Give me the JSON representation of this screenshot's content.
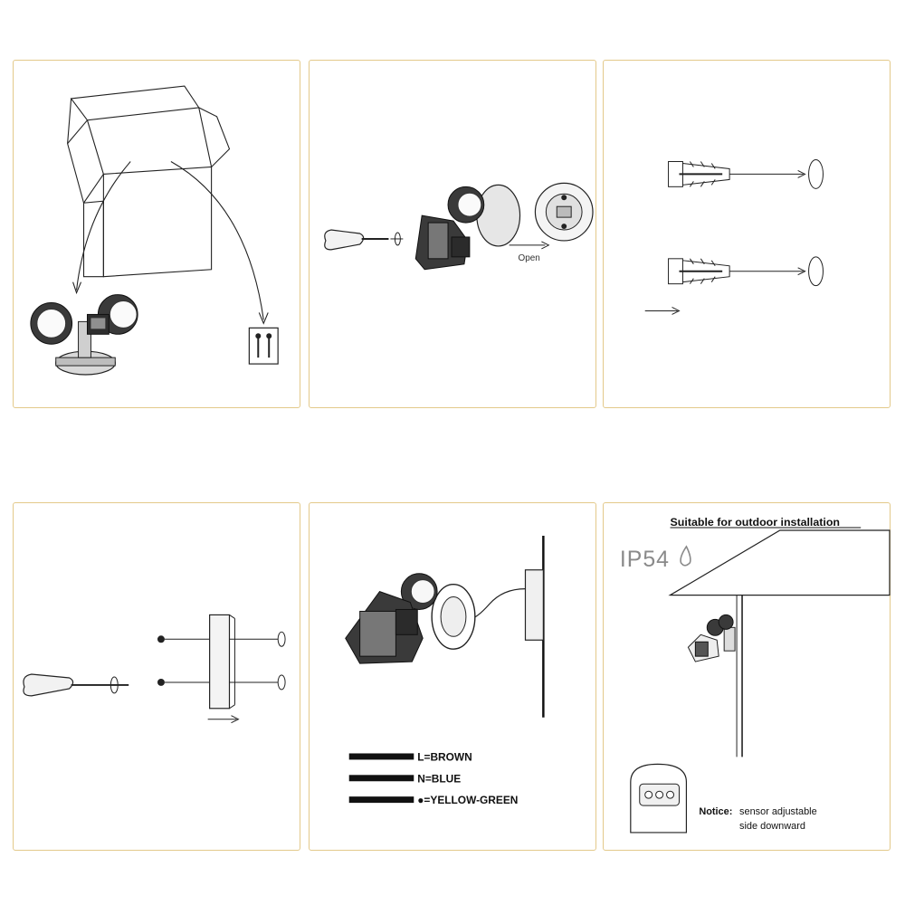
{
  "panels": {
    "step2": {
      "open_label": "Open"
    },
    "step5": {
      "wires": [
        {
          "label": "L=BROWN"
        },
        {
          "label": "N=BLUE"
        },
        {
          "label": "●=YELLOW-GREEN"
        }
      ]
    },
    "step6": {
      "heading": "Suitable for outdoor installation",
      "rating": "IP54",
      "notice_bold": "Notice:",
      "notice_line1": "sensor adjustable",
      "notice_line2": "side downward"
    }
  },
  "icons": [
    "box-icon",
    "floodlight-icon",
    "screw-pack-icon",
    "screwdriver-icon",
    "wall-anchor-icon",
    "arrow-icon",
    "water-drop-icon",
    "motion-sensor-icon"
  ],
  "colors": {
    "panel_border": "#e3c98a",
    "line": "#222222",
    "rating_text": "#8a8a8a"
  }
}
